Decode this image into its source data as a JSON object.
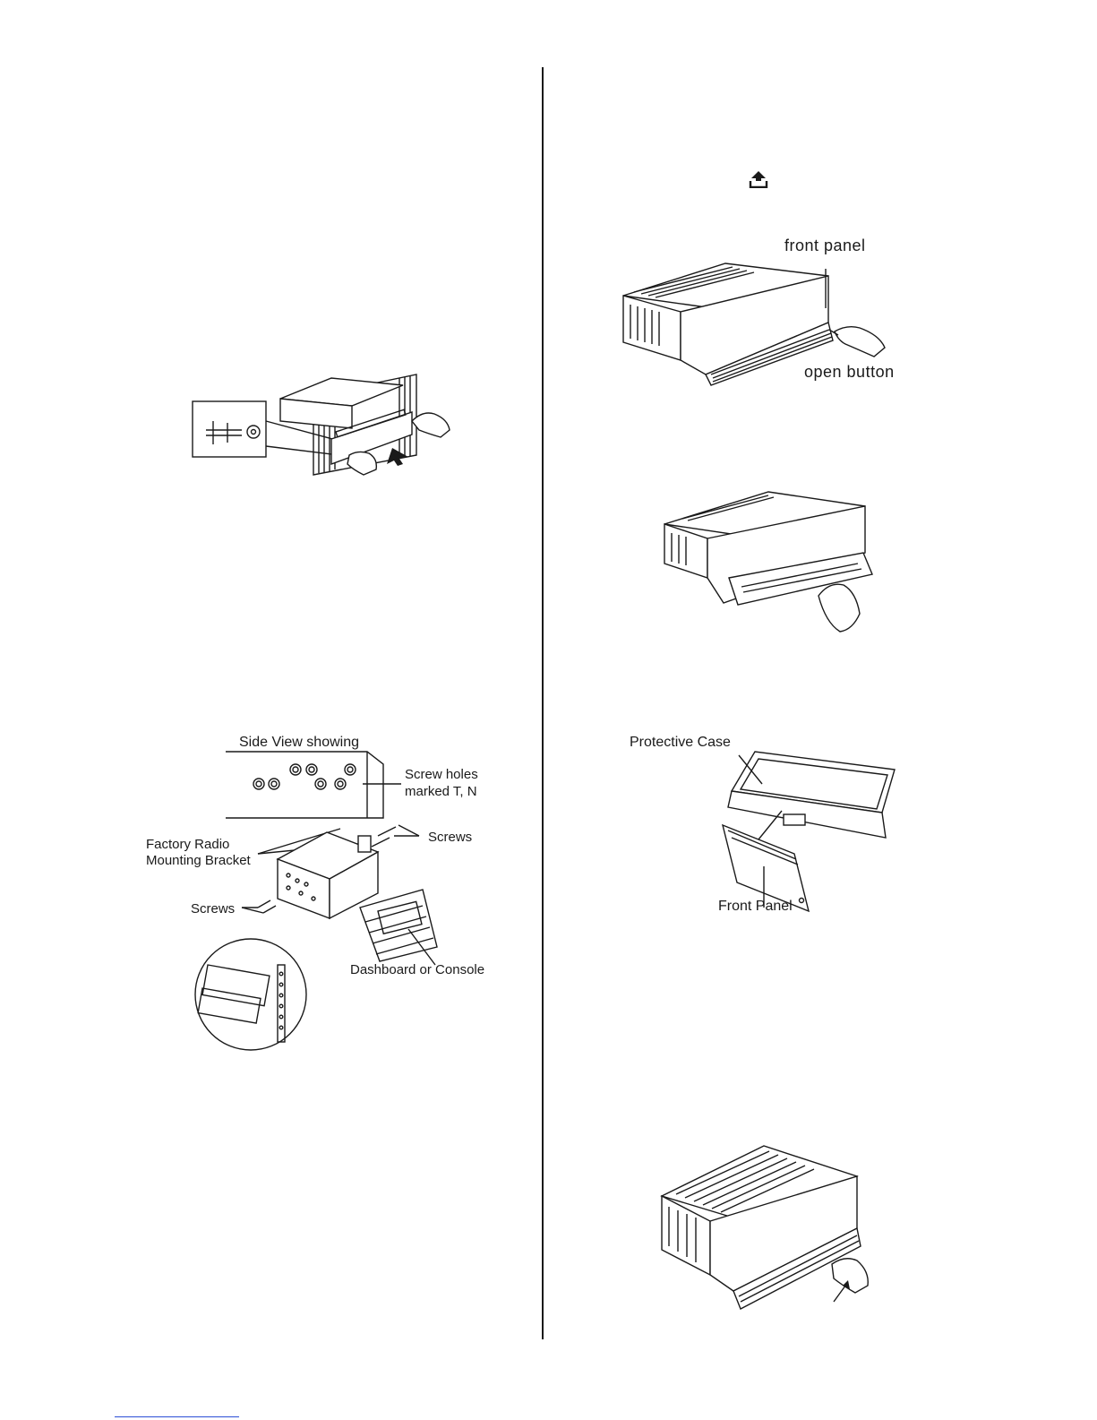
{
  "page": {
    "icons": {
      "eject": "eject-icon"
    }
  },
  "figures": {
    "remove_unit": {},
    "installation": {
      "side_view_label": "Side View showing",
      "screw_holes_label_line1": "Screw holes",
      "screw_holes_label_line2": "marked T, N",
      "screws_label_right": "Screws",
      "bracket_label_line1": "Factory Radio",
      "bracket_label_line2": "Mounting Bracket",
      "screws_label_left": "Screws",
      "dashboard_label": "Dashboard or Console"
    },
    "open_panel": {
      "front_panel_label": "front panel",
      "open_button_label": "open button"
    },
    "detach_panel": {},
    "protective_case": {
      "case_label": "Protective Case",
      "panel_label": "Front Panel"
    },
    "attach_panel": {}
  }
}
